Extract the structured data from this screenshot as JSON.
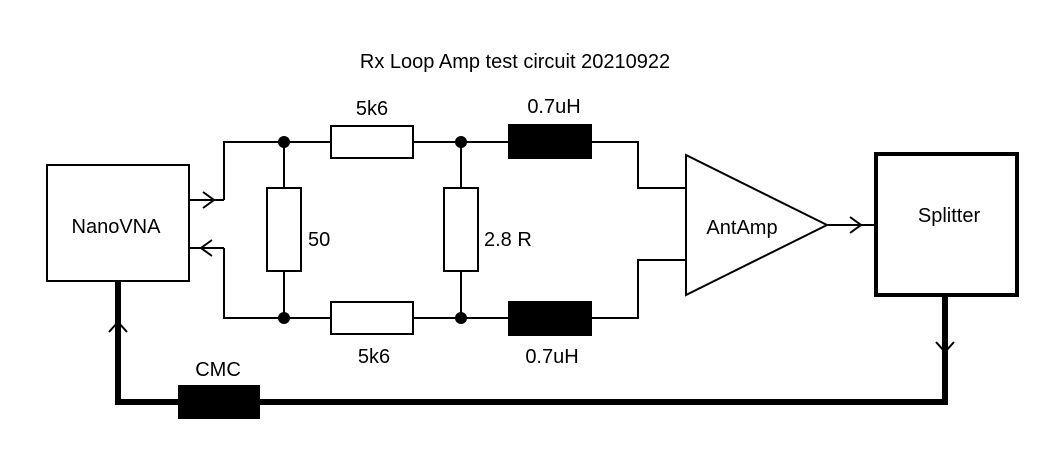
{
  "title": "Rx Loop Amp test circuit 20210922",
  "components": {
    "nanovna": "NanoVNA",
    "splitter": "Splitter",
    "antamp": "AntAmp",
    "r_shunt_left": "50",
    "r_shunt_mid": "2.8 R",
    "r_series_top": "5k6",
    "r_series_bottom": "5k6",
    "l_top": "0.7uH",
    "l_bottom": "0.7uH",
    "cmc": "CMC"
  },
  "colors": {
    "line": "#000000",
    "fill": "#000000",
    "background": "#ffffff"
  }
}
